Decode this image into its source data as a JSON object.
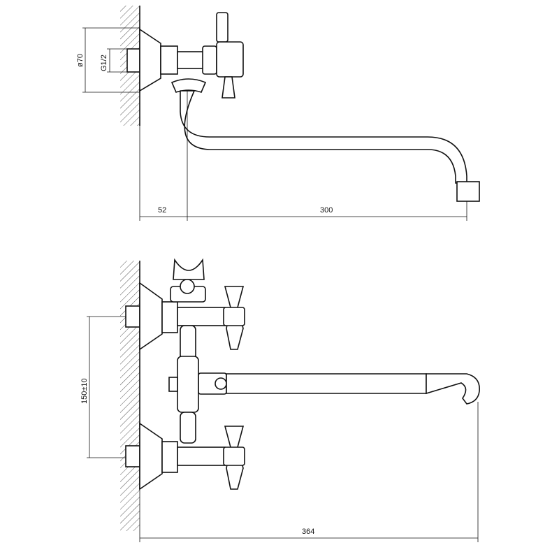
{
  "title": "Wall-mounted bath mixer technical drawing",
  "top_view": {
    "flange_diameter": "ø70",
    "thread": "G1/2",
    "wall_offset": "52",
    "spout_length": "300"
  },
  "front_view": {
    "inlet_spacing": "150±10",
    "overall_length": "364"
  },
  "colors": {
    "line": "#111111",
    "background": "#ffffff"
  }
}
